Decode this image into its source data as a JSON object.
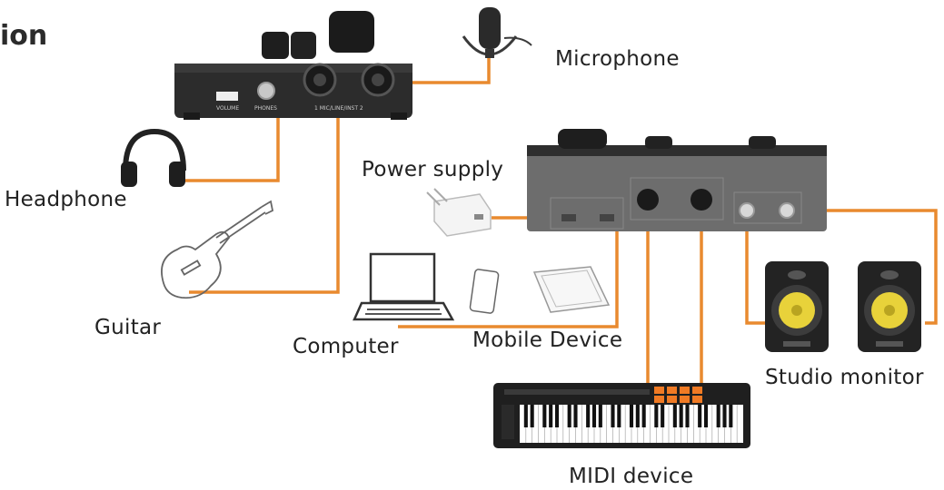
{
  "title_fragment": "ion",
  "labels": {
    "microphone": "Microphone",
    "headphone": "Headphone",
    "guitar": "Guitar",
    "power_supply": "Power supply",
    "computer": "Computer",
    "mobile_device": "Mobile Device",
    "studio_monitor": "Studio monitor",
    "midi_device": "MIDI device"
  },
  "panel_text": {
    "volume": "VOLUME",
    "phones": "PHONES",
    "inputs": "1  MIC/LINE/INST  2"
  },
  "colors": {
    "cable": "#e98a2f",
    "device_dark": "#2e2e2e",
    "device_gray": "#6d6d6d",
    "woofer": "#e8d23a"
  }
}
